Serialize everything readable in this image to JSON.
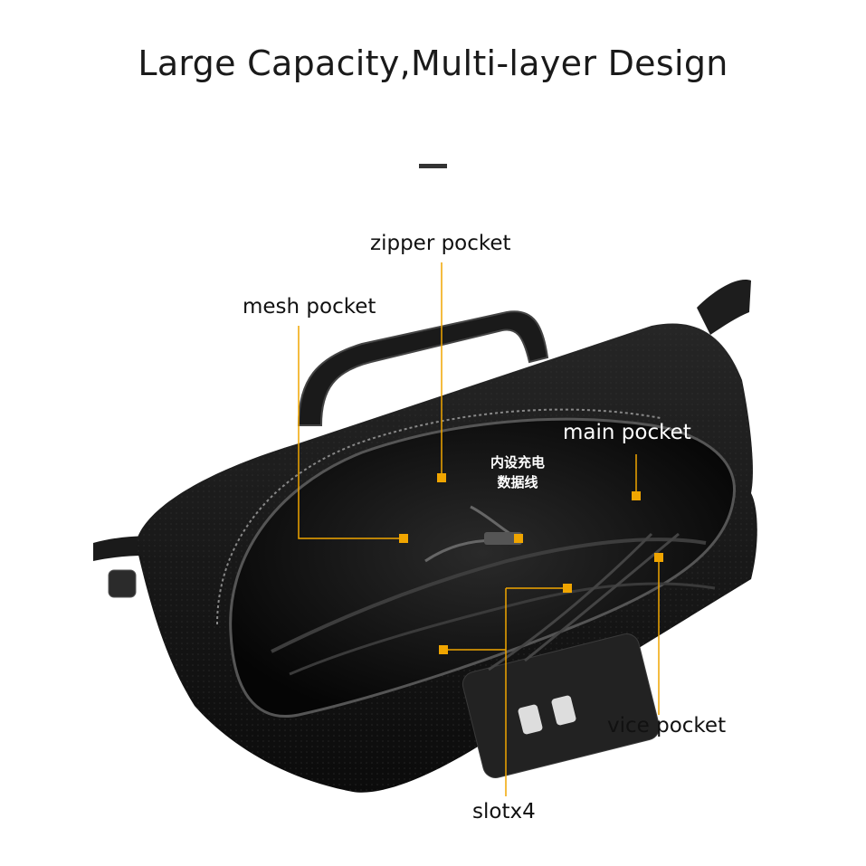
{
  "title": "Large Capacity,Multi-layer Design",
  "labels": {
    "zipper_pocket": "zipper pocket",
    "mesh_pocket": "mesh pocket",
    "main_pocket": "main pocket",
    "builtin_cable_line1": "内设充电",
    "builtin_cable_line2": "数据线",
    "vice_pocket": "vice pocket",
    "slots": "slotx4"
  },
  "colors": {
    "accent": "#f0a500",
    "bag": "#161616",
    "background": "#ffffff"
  }
}
